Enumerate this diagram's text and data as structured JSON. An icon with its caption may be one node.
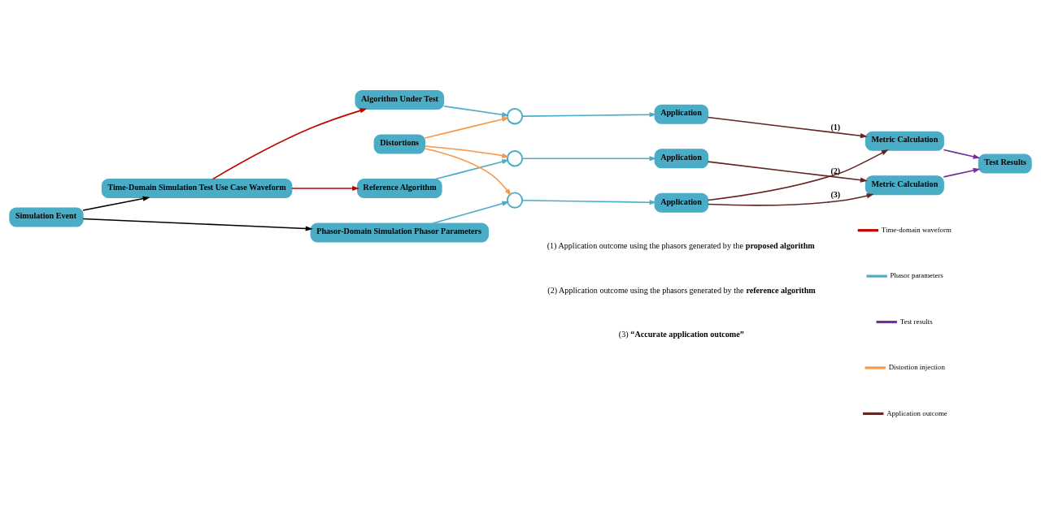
{
  "diagram": {
    "nodes": [
      {
        "text": [
          "Simulation Event"
        ]
      },
      {
        "text": [
          "Time-Domain Simulation Test Use Case Waveform"
        ]
      },
      {
        "text": [
          "Algorithm Under Test"
        ]
      },
      {
        "text": [
          "Reference Algorithm"
        ]
      },
      {
        "text": [
          "Phasor-Domain Simulation Phasor Parameters"
        ]
      },
      {
        "text": [
          "Distortions"
        ]
      },
      {
        "text": [],
        "shape": "circle"
      },
      {
        "text": [],
        "shape": "circle"
      },
      {
        "text": [],
        "shape": "circle"
      },
      {
        "text": [
          "Application"
        ]
      },
      {
        "text": [
          "Application"
        ]
      },
      {
        "text": [
          "Application"
        ]
      },
      {
        "text": [
          "Metric Calculation"
        ]
      },
      {
        "text": [
          "Metric Calculation"
        ]
      },
      {
        "text": [
          "Test Results"
        ]
      }
    ],
    "edges": [
      {
        "from": 0,
        "to": 1,
        "arrow": "to",
        "color": "#000000"
      },
      {
        "from": 0,
        "to": 4,
        "arrow": "to",
        "color": "#000000"
      },
      {
        "from": 1,
        "to": 2,
        "arrow": "to",
        "color": "#c00000"
      },
      {
        "from": 1,
        "to": 3,
        "arrow": "to",
        "color": "#c00000"
      },
      {
        "from": 2,
        "to": 6,
        "arrow": "to"
      },
      {
        "from": 3,
        "to": 7,
        "arrow": "to"
      },
      {
        "from": 4,
        "to": 8,
        "arrow": "to"
      },
      {
        "from": 5,
        "to": 6,
        "arrow": "to",
        "color": "#f79646"
      },
      {
        "from": 5,
        "to": 7,
        "arrow": "to",
        "color": "#f79646"
      },
      {
        "from": 5,
        "to": 8,
        "arrow": "to",
        "color": "#f79646"
      },
      {
        "from": 6,
        "to": 9,
        "arrow": "to"
      },
      {
        "from": 7,
        "to": 10,
        "arrow": "to"
      },
      {
        "from": 8,
        "to": 11,
        "arrow": "to"
      },
      {
        "from": 9,
        "to": 12,
        "arrow": "to",
        "label": "(1)",
        "color": "#632523"
      },
      {
        "from": 10,
        "to": 13,
        "arrow": "to",
        "label": "(2)",
        "color": "#632523"
      },
      {
        "from": 11,
        "to": 13,
        "arrow": "to",
        "label": "(3)",
        "color": "#632523"
      },
      {
        "from": 11,
        "to": 12,
        "arrow": "to",
        "color": "#632523"
      },
      {
        "from": 12,
        "to": 14,
        "arrow": "to",
        "color": "#7030a0"
      },
      {
        "from": 13,
        "to": 14,
        "arrow": "to",
        "color": "#7030a0"
      }
    ],
    "labels": [
      "(1) Application outcome using the phasors generated by the **proposed algorithm**",
      "(2) Application outcome using the phasors generated by the **reference algorithm**",
      "(3) **“Accurate application outcome”**"
    ],
    "legend": [
      {
        "text": "Time-domain waveform",
        "color": "#c00000"
      },
      {
        "text": "Phasor parameters",
        "color": "#4bacc6"
      },
      {
        "text": "Test results",
        "color": "#7030a0"
      },
      {
        "text": "Distortion injection",
        "color": "#f79646"
      },
      {
        "text": "Application outcome",
        "color": "#632523"
      }
    ]
  }
}
